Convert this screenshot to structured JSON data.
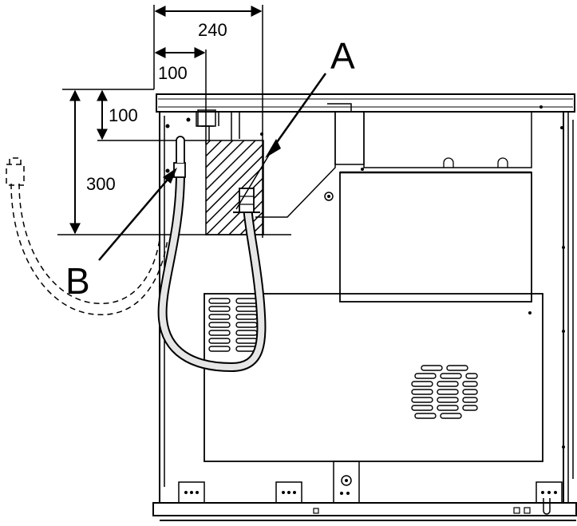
{
  "labels": {
    "dim_width_outer": "240",
    "dim_width_inner": "100",
    "dim_height_inner": "100",
    "dim_height_outer": "300",
    "callout_a": "A",
    "callout_b": "B"
  },
  "colors": {
    "line": "#000000",
    "background": "#ffffff",
    "hose_fill": "#e6e6e6",
    "panel_fill": "#ffffff"
  },
  "icons": [
    "hatched-zone",
    "drain-hose",
    "water-inlet-hose",
    "vent-grille",
    "screw-icon"
  ]
}
